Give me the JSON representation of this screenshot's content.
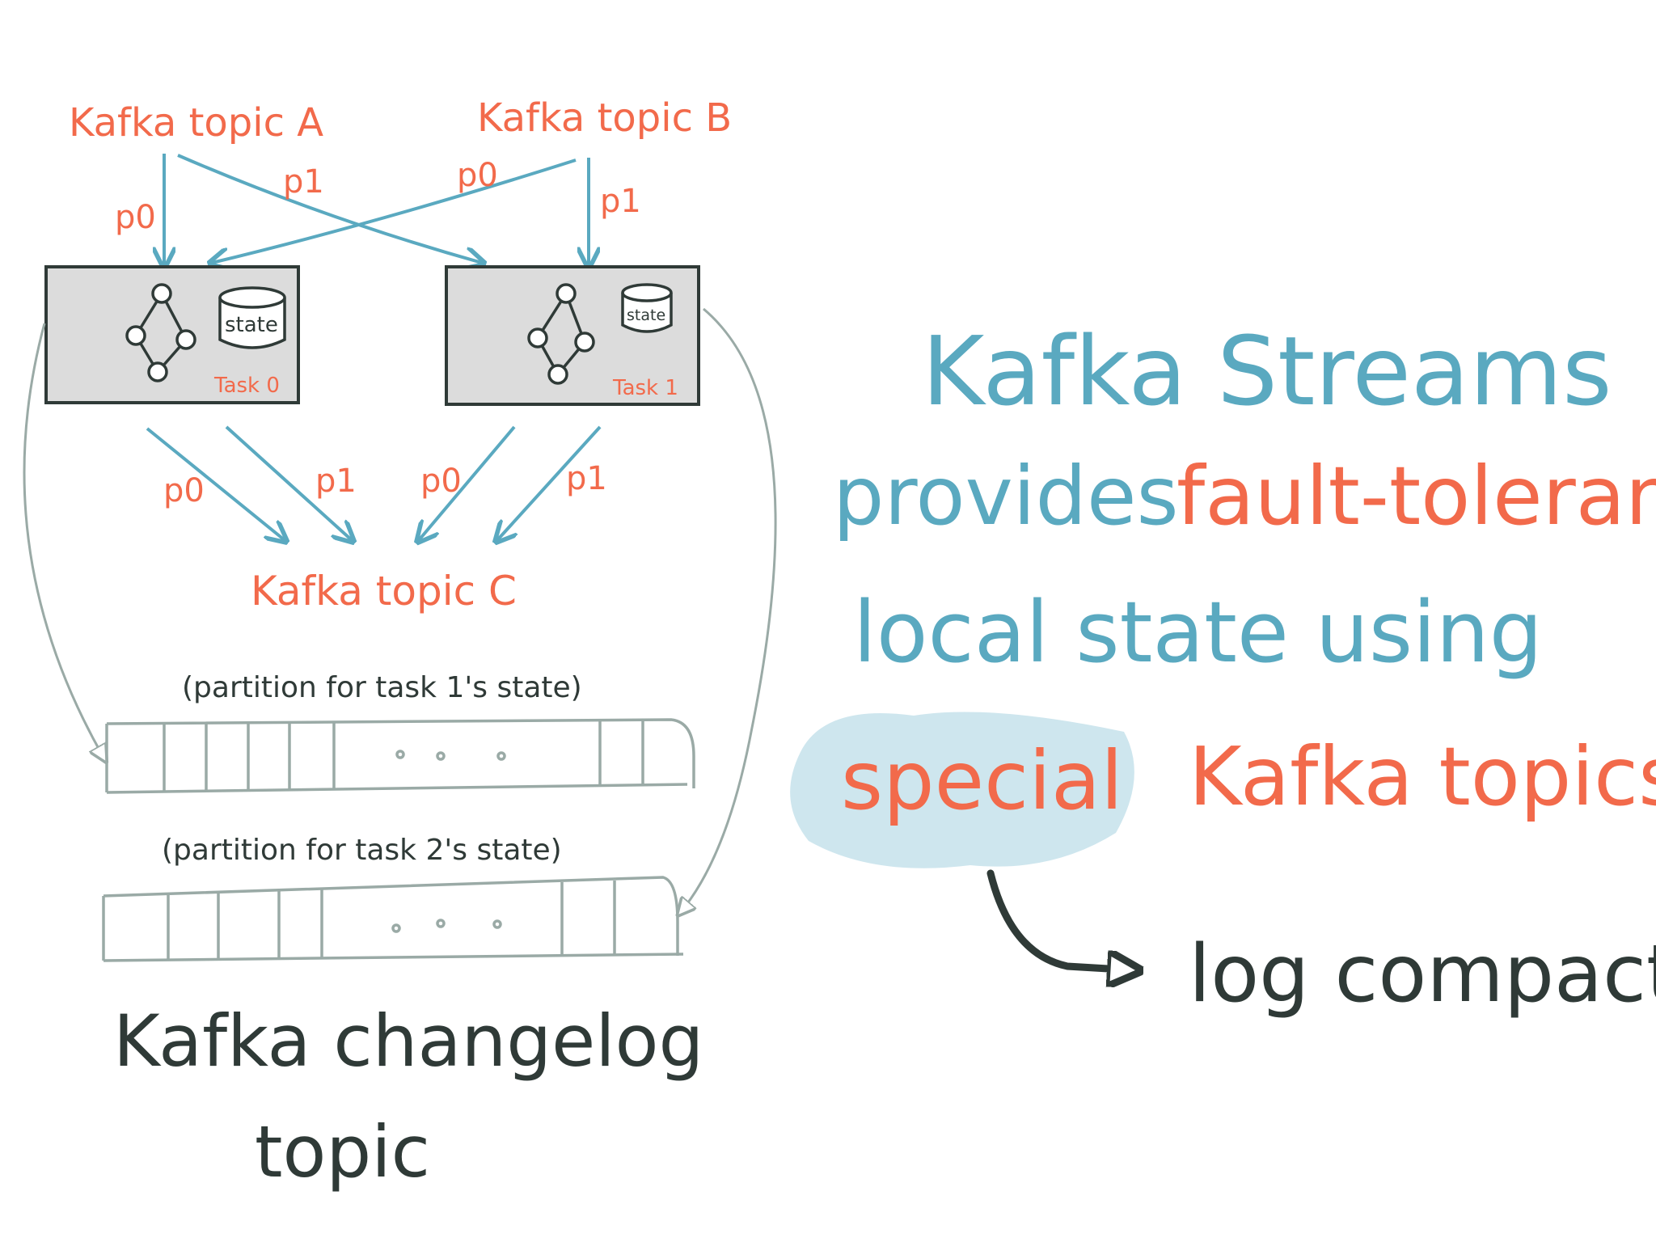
{
  "colors": {
    "orange": "#f26a4b",
    "teal": "#5aa9c0",
    "dark": "#2f3a37",
    "box_fill": "#dcdcdc",
    "gray_line": "#9aaaa6",
    "highlight": "#c9e3ec"
  },
  "sources": {
    "topic_a": "Kafka topic A",
    "topic_b": "Kafka topic B"
  },
  "edges_top": {
    "a_p0": "p0",
    "a_p1": "p1",
    "b_p0": "p0",
    "b_p1": "p1"
  },
  "tasks": {
    "task0": {
      "label": "Task 0",
      "store": "state"
    },
    "task1": {
      "label": "Task 1",
      "store": "state"
    }
  },
  "edges_bottom": {
    "t0_p0": "p0",
    "t0_p1": "p1",
    "t1_p0": "p0",
    "t1_p1": "p1"
  },
  "sink": {
    "topic_c": "Kafka topic C"
  },
  "changelog": {
    "partition_1_label": "(partition for task 1's state)",
    "partition_2_label": "(partition for task 2's state)",
    "title_line1": "Kafka changelog",
    "title_line2": "topic"
  },
  "statement": {
    "line1": "Kafka Streams",
    "line2_a": "provides",
    "line2_b": "fault-tolerant",
    "line3": "local state using",
    "line4_a": "special",
    "line4_b": "Kafka topics",
    "arrow_target": "log compaction"
  }
}
